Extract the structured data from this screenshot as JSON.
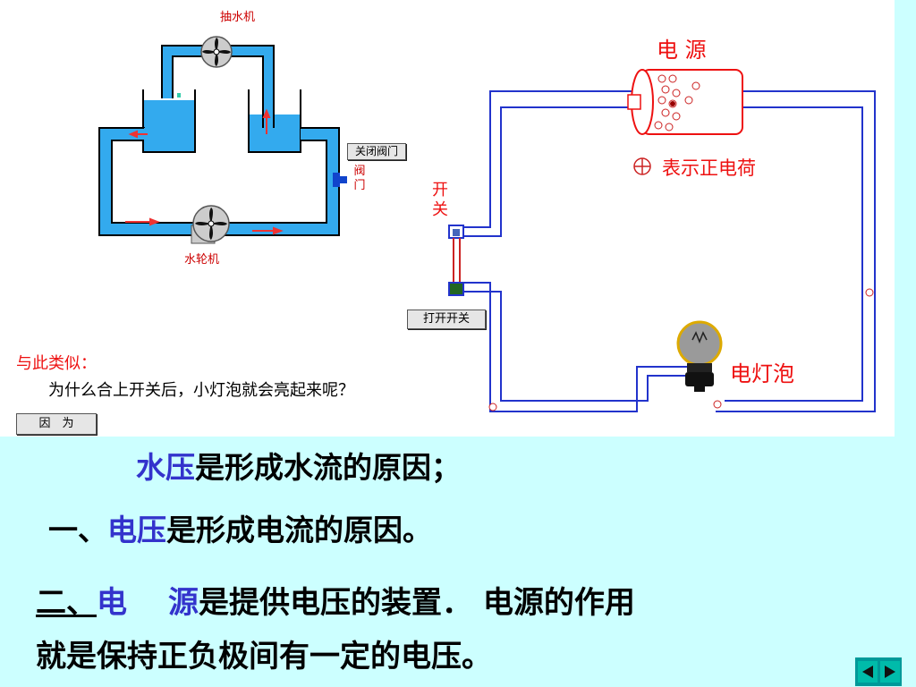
{
  "water_model": {
    "pump_label": "抽水机",
    "turbine_label": "水轮机",
    "valve_label": "阀门",
    "close_valve_button": "关闭阀门"
  },
  "circuit": {
    "source_label": "电 源",
    "legend_text": "表示正电荷",
    "switch_label": "开关",
    "bulb_label": "电灯泡",
    "open_switch_button": "打开开关"
  },
  "question": {
    "intro": "与此类似：",
    "text": "为什么合上开关后，小灯泡就会亮起来呢？",
    "because_button": "因　为"
  },
  "notes": {
    "line1_highlight": "水压",
    "line1_rest": "是形成水流的原因；",
    "line2_prefix": "一、",
    "line2_highlight": "电压",
    "line2_rest": "是形成电流的原因。",
    "line3_prefix": "二、",
    "line3_highlight_a": "电",
    "line3_highlight_b": "源",
    "line3_rest": "是提供电压的装置．  电源的作用",
    "line4": "就是保持正负极间有一定的电压。"
  },
  "colors": {
    "background": "#ccffff",
    "water": "#33aaee",
    "wire": "#2233cc",
    "label_red": "#ee1111",
    "highlight_blue": "#3333cc"
  }
}
